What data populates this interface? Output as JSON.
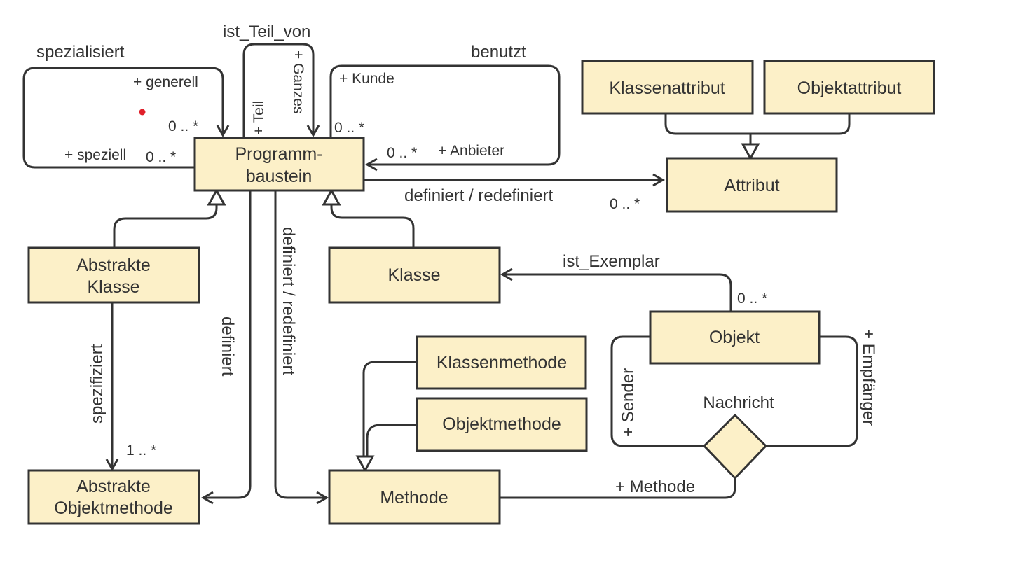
{
  "boxes": {
    "programmbaustein": [
      "Programm-",
      "baustein"
    ],
    "klassenattribut": "Klassenattribut",
    "objektattribut": "Objektattribut",
    "attribut": "Attribut",
    "abstrakte_klasse": [
      "Abstrakte",
      "Klasse"
    ],
    "klasse": "Klasse",
    "objekt": "Objekt",
    "klassenmethode": "Klassenmethode",
    "objektmethode": "Objektmethode",
    "abstrakte_objektmethode": [
      "Abstrakte",
      "Objektmethode"
    ],
    "methode": "Methode",
    "nachricht": "Nachricht"
  },
  "associations": {
    "spezialisiert": "spezialisiert",
    "generell": "+ generell",
    "speziell": "+ speziell",
    "mult_generell": "0 .. *",
    "mult_speziell": "0 .. *",
    "ist_teil_von": "ist_Teil_von",
    "teil": "+ Teil",
    "ganzes": "+ Ganzes",
    "benutzt": "benutzt",
    "kunde": "+ Kunde",
    "mult_kunde": "0 .. *",
    "anbieter": "+ Anbieter",
    "mult_anbieter": "0 .. *",
    "definiert_redefiniert_attr": "definiert / redefiniert",
    "mult_attribut": "0 .. *",
    "definiert": "definiert",
    "definiert_redefiniert_meth": "definiert / redefiniert",
    "spezifiziert": "spezifiziert",
    "mult_spezifiziert": "1 .. *",
    "ist_exemplar": "ist_Exemplar",
    "mult_exemplar": "0 .. *",
    "sender": "+ Sender",
    "empfaenger": "+ Empfänger",
    "methode_role": "+ Methode"
  },
  "colors": {
    "box_fill": "#fcf0c8",
    "stroke": "#333333",
    "marker_dot": "#e0202a"
  }
}
